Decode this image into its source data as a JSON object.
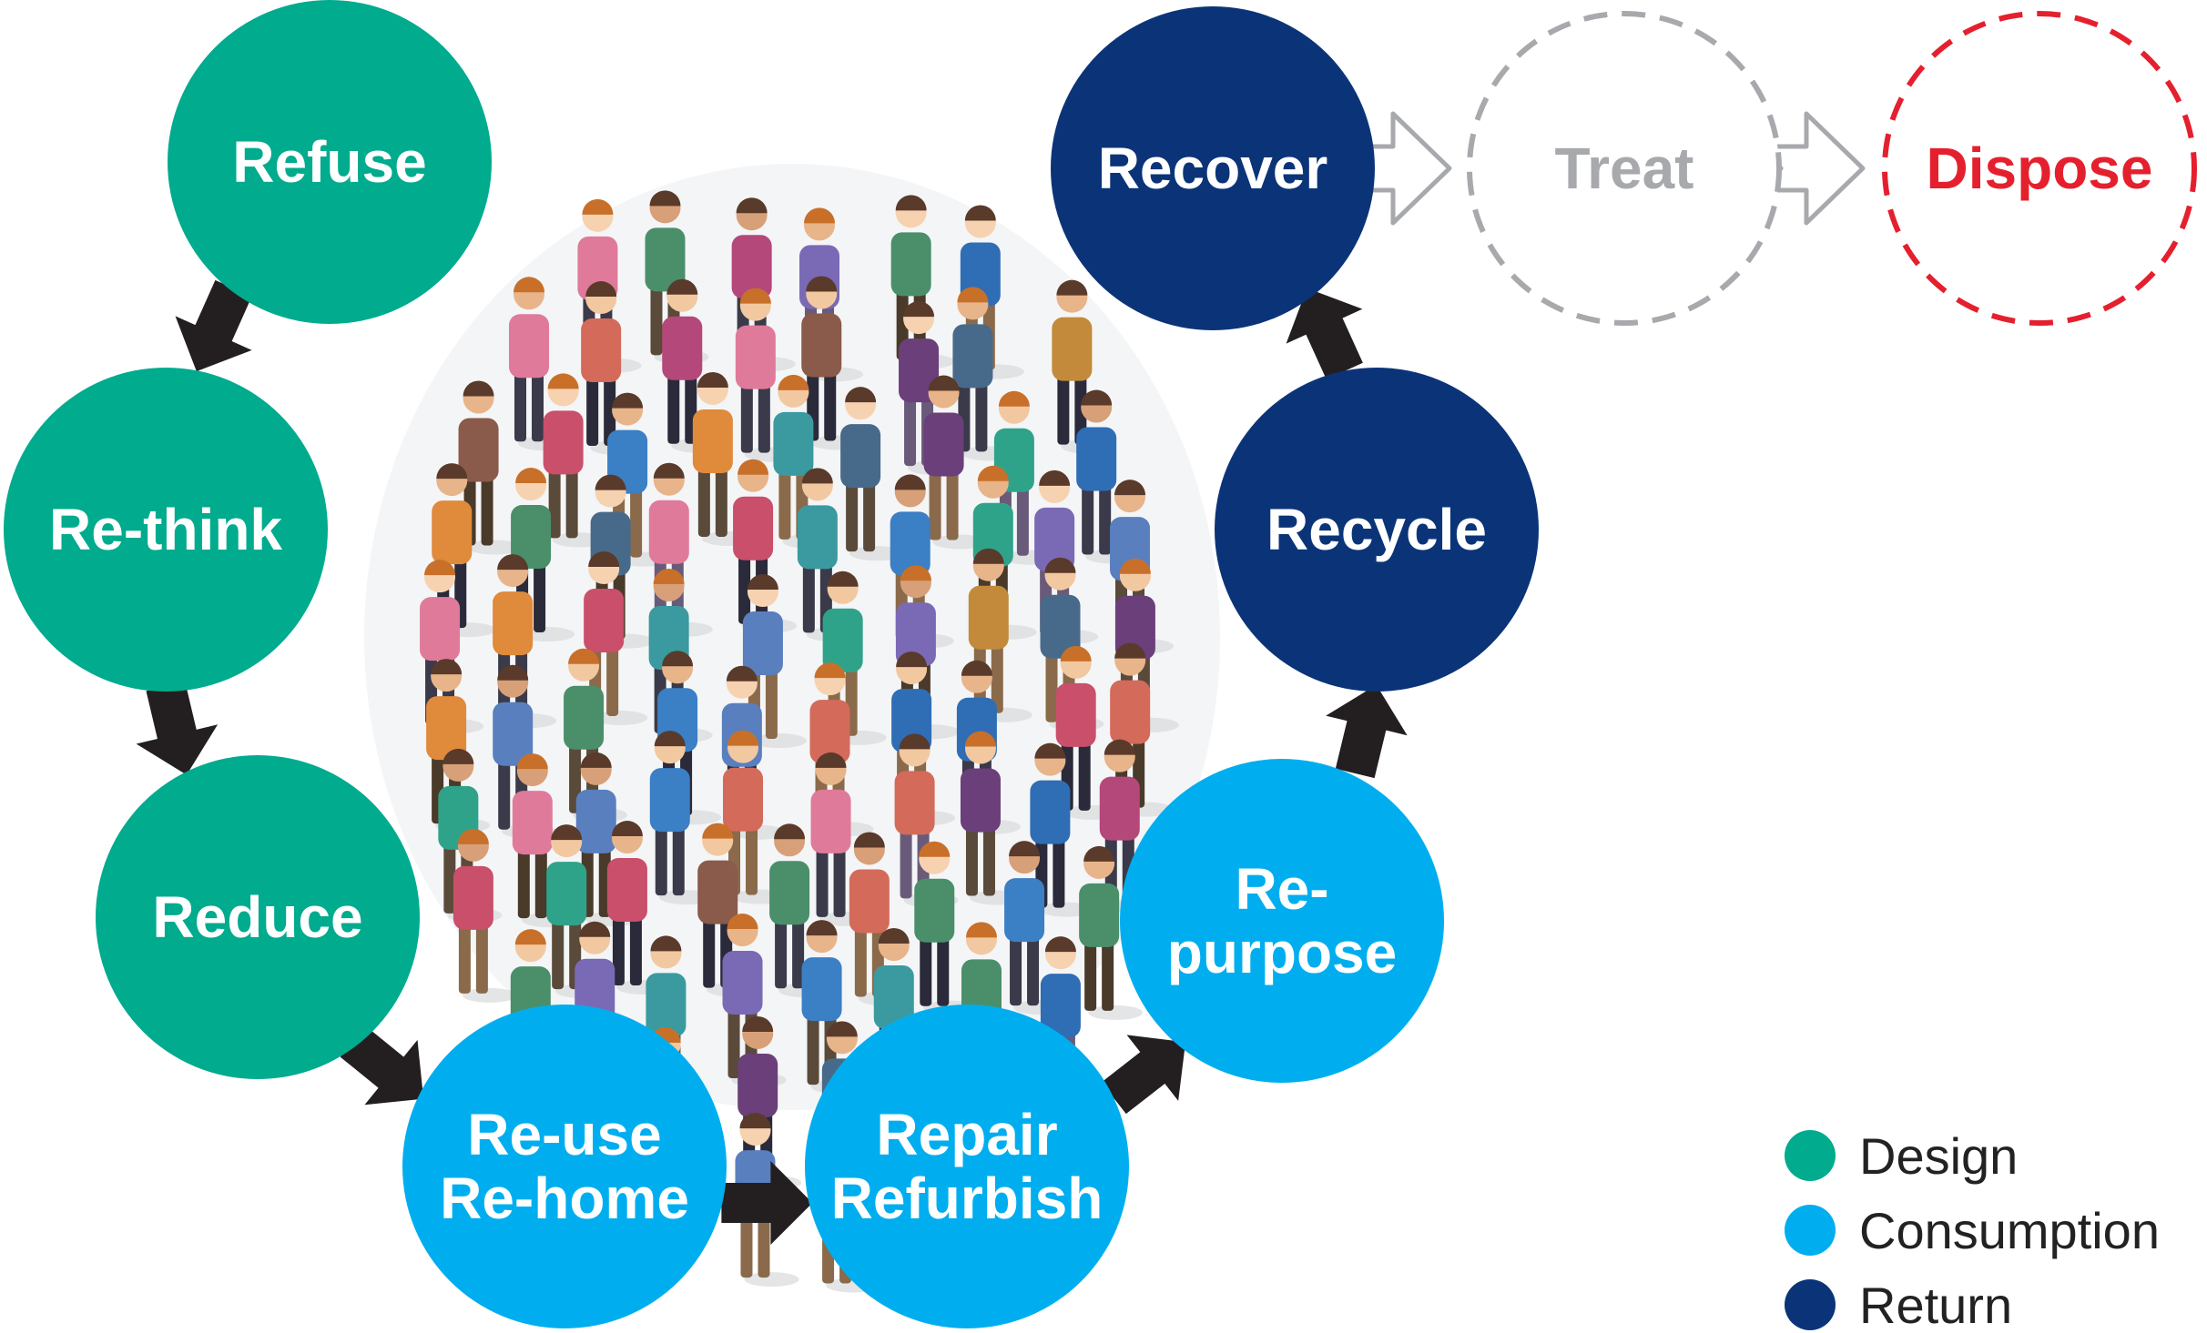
{
  "colors": {
    "design": "#00ab8e",
    "consumption": "#00aeef",
    "return": "#0b3478",
    "treat": "#a7a9ac",
    "dispose": "#e5202e",
    "arrow": "#231f20"
  },
  "nodes": [
    {
      "id": "refuse",
      "lines": [
        "Refuse"
      ],
      "category": "design"
    },
    {
      "id": "rethink",
      "lines": [
        "Re-think"
      ],
      "category": "design"
    },
    {
      "id": "reduce",
      "lines": [
        "Reduce"
      ],
      "category": "design"
    },
    {
      "id": "reuse",
      "lines": [
        "Re-use",
        "Re-home"
      ],
      "category": "consumption"
    },
    {
      "id": "repair",
      "lines": [
        "Repair",
        "Refurbish"
      ],
      "category": "consumption"
    },
    {
      "id": "repurpose",
      "lines": [
        "Re-",
        "purpose"
      ],
      "category": "consumption"
    },
    {
      "id": "recycle",
      "lines": [
        "Recycle"
      ],
      "category": "return"
    },
    {
      "id": "recover",
      "lines": [
        "Recover"
      ],
      "category": "return"
    },
    {
      "id": "treat",
      "lines": [
        "Treat"
      ],
      "category": "outside",
      "dashed": true
    },
    {
      "id": "dispose",
      "lines": [
        "Dispose"
      ],
      "category": "outside",
      "dashed": true
    }
  ],
  "legend": [
    {
      "label": "Design",
      "category": "design"
    },
    {
      "label": "Consumption",
      "category": "consumption"
    },
    {
      "label": "Return",
      "category": "return"
    }
  ],
  "illustration": "crowd-of-people-illustration"
}
